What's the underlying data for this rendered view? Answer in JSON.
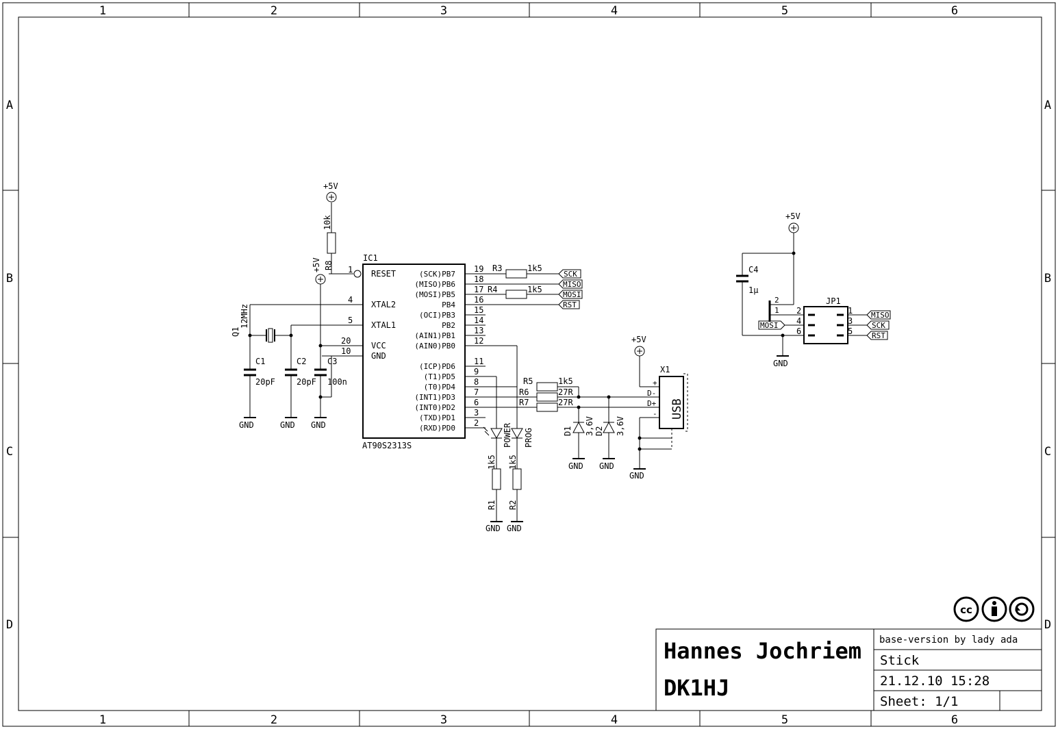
{
  "frame": {
    "columns": [
      "1",
      "2",
      "3",
      "4",
      "5",
      "6"
    ],
    "rows": [
      "A",
      "B",
      "C",
      "D"
    ]
  },
  "title_block": {
    "author": "Hannes Jochriem",
    "callsign": "DK1HJ",
    "note": "base-version by lady ada",
    "project": "Stick",
    "date": "21.12.10 15:28",
    "sheet": "Sheet: 1/1"
  },
  "license_icons": [
    "cc-icon",
    "by-icon",
    "sa-icon"
  ],
  "ic1": {
    "name": "IC1",
    "part": "AT90S2313S",
    "left_pins": [
      {
        "num": "1",
        "label": "RESET"
      },
      {
        "num": "4",
        "label": "XTAL2"
      },
      {
        "num": "5",
        "label": "XTAL1"
      },
      {
        "num": "20",
        "label": "VCC"
      },
      {
        "num": "10",
        "label": "GND"
      }
    ],
    "right_pins": [
      {
        "num": "19",
        "label": "(SCK)PB7"
      },
      {
        "num": "18",
        "label": "(MISO)PB6"
      },
      {
        "num": "17",
        "label": "(MOSI)PB5"
      },
      {
        "num": "16",
        "label": "PB4"
      },
      {
        "num": "15",
        "label": "(OCI)PB3"
      },
      {
        "num": "14",
        "label": "PB2"
      },
      {
        "num": "13",
        "label": "(AIN1)PB1"
      },
      {
        "num": "12",
        "label": "(AIN0)PB0"
      },
      {
        "num": "11",
        "label": "(ICP)PD6"
      },
      {
        "num": "9",
        "label": "(T1)PD5"
      },
      {
        "num": "8",
        "label": "(T0)PD4"
      },
      {
        "num": "7",
        "label": "(INT1)PD3"
      },
      {
        "num": "6",
        "label": "(INT0)PD2"
      },
      {
        "num": "3",
        "label": "(TXD)PD1"
      },
      {
        "num": "2",
        "label": "(RXD)PD0"
      }
    ]
  },
  "labels": {
    "vcc": "+5V",
    "gnd": "GND",
    "r8": "R8",
    "r8_val": "10k",
    "q1": "Q1",
    "q1_val": "12MHz",
    "c1": "C1",
    "c1_val": "20pF",
    "c2": "C2",
    "c2_val": "20pF",
    "c3": "C3",
    "c3_val": "100n",
    "r3": "R3",
    "r3_val": "1k5",
    "r4": "R4",
    "r4_val": "1k5",
    "r5": "R5",
    "r5_val": "1k5",
    "r6": "R6",
    "r6_val": "27R",
    "r7": "R7",
    "r7_val": "27R",
    "r1": "R1",
    "r1_val": "1k5",
    "r2": "R2",
    "r2_val": "1k5",
    "led_power": "POWER",
    "led_prog": "PROG",
    "d1": "D1",
    "d1_val": "3,6V",
    "d2": "D2",
    "d2_val": "3,6V",
    "x1": "X1",
    "usb": "USB",
    "usb_plus": "+",
    "usb_dminus": "D-",
    "usb_dplus": "D+",
    "usb_minus": "-",
    "c4": "C4",
    "c4_val": "1µ",
    "jp1": "JP1"
  },
  "net_labels": {
    "sck": "SCK",
    "miso": "MISO",
    "mosi": "MOSI",
    "rst": "RST"
  },
  "jp1_pins": {
    "left": [
      "2",
      "4",
      "6"
    ],
    "right": [
      "1",
      "3",
      "5"
    ],
    "c4_pins": [
      "2",
      "1"
    ]
  }
}
